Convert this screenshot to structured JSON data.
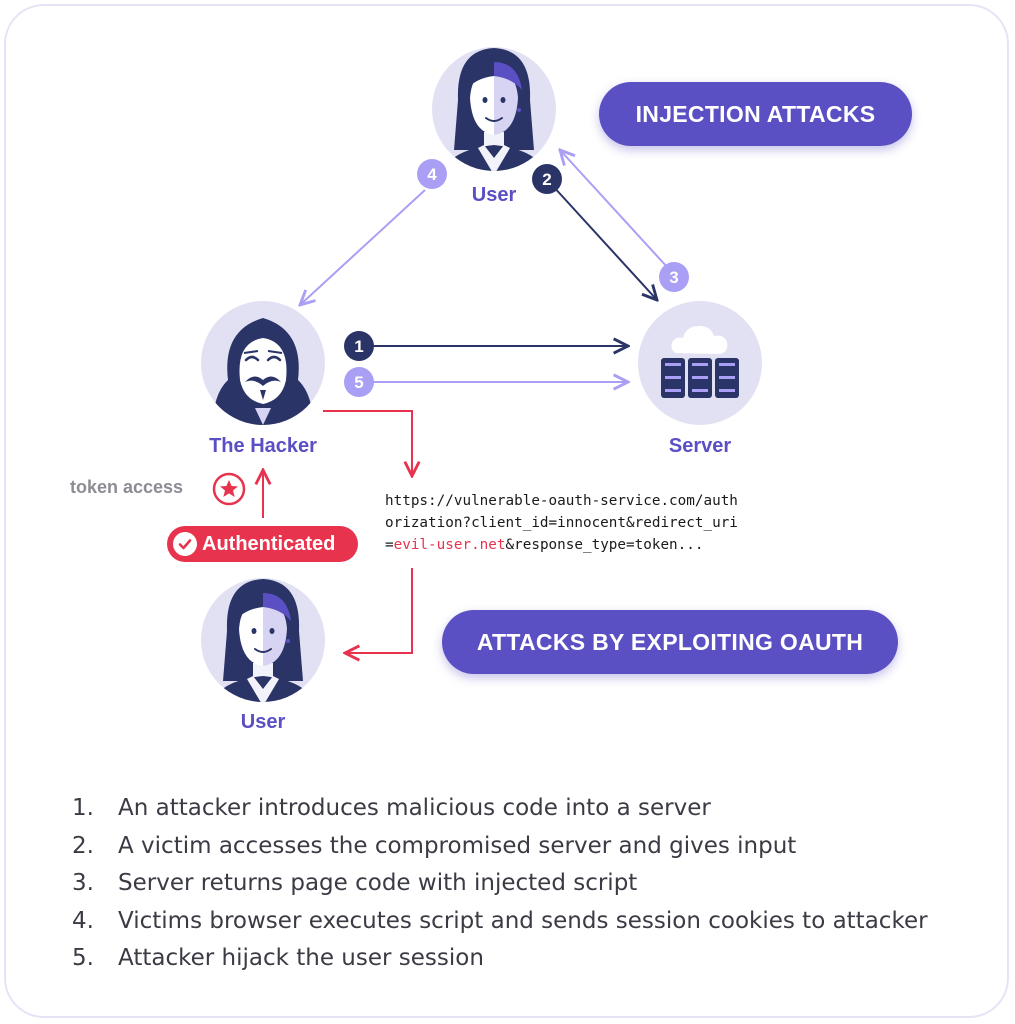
{
  "titles": {
    "injection": "INJECTION ATTACKS",
    "oauth": "ATTACKS BY EXPLOITING OAUTH"
  },
  "nodes": {
    "user_top": "User",
    "hacker": "The Hacker",
    "server": "Server",
    "user_bottom": "User"
  },
  "step_markers": [
    "1",
    "2",
    "3",
    "4",
    "5"
  ],
  "token_access": "token access",
  "authenticated": "Authenticated",
  "url": {
    "before": "https://vulnerable-oauth-service.com/authorization?client_id=innocent&redirect_uri=",
    "evil": "evil-user.net",
    "after": "&response_type=token..."
  },
  "steps": [
    {
      "num": "1.",
      "text": "An attacker introduces malicious code into a server"
    },
    {
      "num": "2.",
      "text": "A victim accesses the compromised server and gives input"
    },
    {
      "num": "3.",
      "text": "Server returns page code with injected script"
    },
    {
      "num": "4.",
      "text": "Victims browser executes script and sends session cookies to attacker"
    },
    {
      "num": "5.",
      "text": "Attacker hijack the user session"
    }
  ],
  "colors": {
    "primary": "#5b4fc4",
    "dark_navy": "#2b3467",
    "light_purple": "#a99ff5",
    "avatar_bg": "#e2e1f4",
    "red": "#e8334e"
  }
}
